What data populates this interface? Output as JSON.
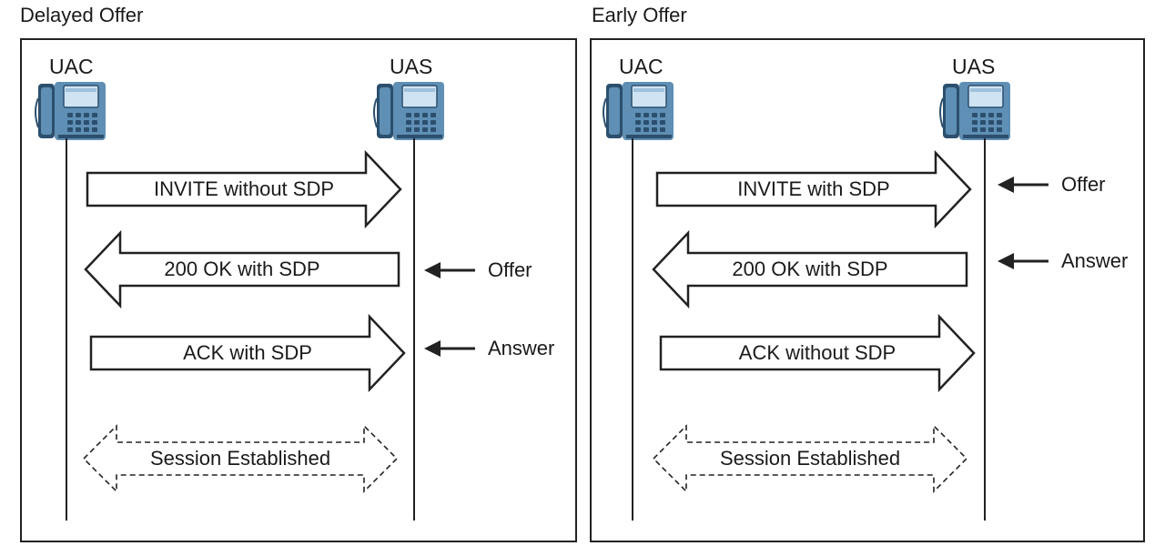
{
  "panels": [
    {
      "title": "Delayed Offer",
      "uac_label": "UAC",
      "uas_label": "UAS",
      "messages": [
        {
          "label": "INVITE without SDP",
          "direction": "right",
          "style": "solid"
        },
        {
          "label": "200 OK with SDP",
          "direction": "left",
          "style": "solid"
        },
        {
          "label": "ACK with SDP",
          "direction": "right",
          "style": "solid"
        },
        {
          "label": "Session Established",
          "direction": "both",
          "style": "dashed"
        }
      ],
      "notes": [
        {
          "label": "Offer",
          "message_index": 1
        },
        {
          "label": "Answer",
          "message_index": 2
        }
      ]
    },
    {
      "title": "Early Offer",
      "uac_label": "UAC",
      "uas_label": "UAS",
      "messages": [
        {
          "label": "INVITE with SDP",
          "direction": "right",
          "style": "solid"
        },
        {
          "label": "200 OK with SDP",
          "direction": "left",
          "style": "solid"
        },
        {
          "label": "ACK without SDP",
          "direction": "right",
          "style": "solid"
        },
        {
          "label": "Session Established",
          "direction": "both",
          "style": "dashed"
        }
      ],
      "notes": [
        {
          "label": "Offer",
          "message_index": 0
        },
        {
          "label": "Answer",
          "message_index": 1
        }
      ]
    }
  ],
  "icons": {
    "phone": "ip-phone-icon",
    "note_arrow": "left-arrow-icon"
  },
  "colors": {
    "phone_body": "#5f8fb4",
    "phone_dark": "#2c4f6e",
    "screen": "#cfe3f2",
    "line": "#222222"
  }
}
